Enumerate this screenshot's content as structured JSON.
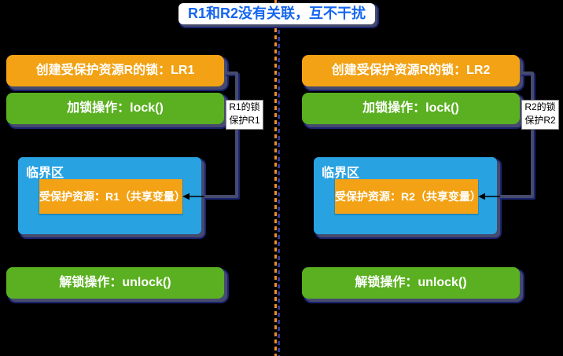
{
  "title": {
    "text": "R1和R2没有关联，互不干扰",
    "text_color": "#1565F0"
  },
  "divider": {
    "style": "double-dashed-vertical",
    "orange": "#F08C28",
    "blue": "#2D3C96"
  },
  "palette": {
    "background": "#000000",
    "node_orange": "#F2A214",
    "node_green": "#5AB020",
    "node_blue": "#29A2E2",
    "shadow_slate": "#464B6D",
    "shadow_navy": "#1B2470",
    "note_bg": "#FFFFFF",
    "note_text": "#000000",
    "arrow": "#000000"
  },
  "columns": [
    {
      "create_label": "创建受保护资源R的锁：LR1",
      "lock_label": "加锁操作：lock()",
      "critical_label": "临界区",
      "resource_label": "受保护资源：R1（共享变量）",
      "unlock_label": "解锁操作：unlock()",
      "note_line1": "R1的锁",
      "note_line2": "保护R1"
    },
    {
      "create_label": "创建受保护资源R的锁：LR2",
      "lock_label": "加锁操作：lock()",
      "critical_label": "临界区",
      "resource_label": "受保护资源：R2（共享变量）",
      "unlock_label": "解锁操作：unlock()",
      "note_line1": "R2的锁",
      "note_line2": "保护R2"
    }
  ]
}
